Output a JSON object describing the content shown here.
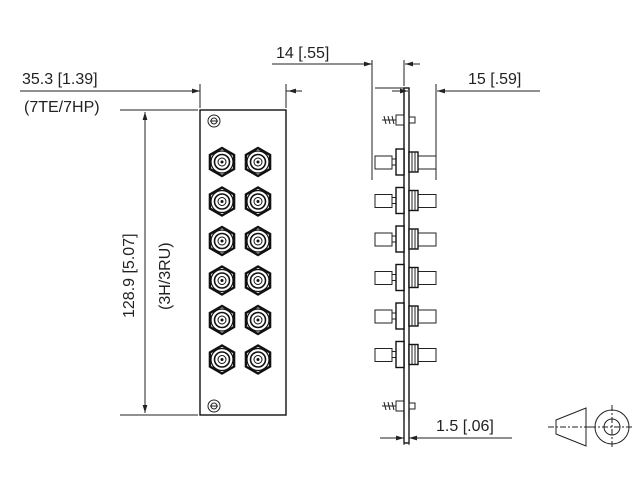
{
  "drawing": {
    "width_label": "35.3 [1.39]",
    "width_sub_label": "(7TE/7HP)",
    "height_label": "128.9 [5.07]",
    "height_sub_label": "(3H/3RU)",
    "depth_label": "14 [.55]",
    "connector_depth_label": "15 [.59]",
    "panel_thickness_label": "1.5 [.06]"
  },
  "connectors": {
    "rows": 6,
    "columns": 2
  },
  "projection_symbol": "third-angle-projection-icon"
}
